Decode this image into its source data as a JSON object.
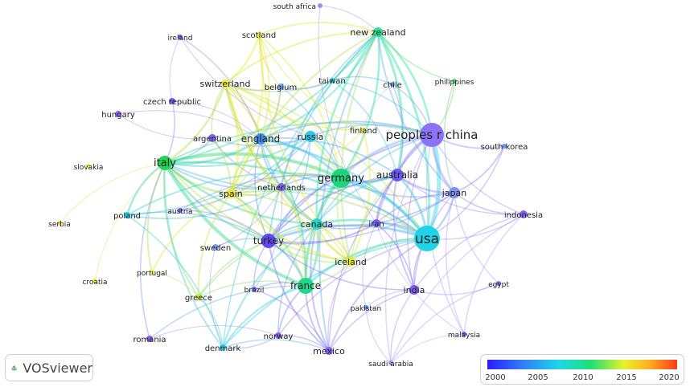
{
  "nodes": [
    {
      "label": "south africa",
      "color": "#9b8ff2"
    },
    {
      "label": "new zealand",
      "color": "#25e59a"
    },
    {
      "label": "ireland",
      "color": "#7b57f0"
    },
    {
      "label": "scotland",
      "color": "#e4ec3a"
    },
    {
      "label": "switzerland",
      "color": "#f0ec3a"
    },
    {
      "label": "belgium",
      "color": "#6fa9f0"
    },
    {
      "label": "taiwan",
      "color": "#26c7e6"
    },
    {
      "label": "chile",
      "color": "#6f8ff0"
    },
    {
      "label": "philippines",
      "color": "#42e06a"
    },
    {
      "label": "czech republic",
      "color": "#7a5df0"
    },
    {
      "label": "hungary",
      "color": "#8a62ef"
    },
    {
      "label": "finland",
      "color": "#e6e43e"
    },
    {
      "label": "peoples r china",
      "color": "#8a73f4"
    },
    {
      "label": "russia",
      "color": "#2ec6e5"
    },
    {
      "label": "england",
      "color": "#3f8ff0"
    },
    {
      "label": "argentina",
      "color": "#7d61ef"
    },
    {
      "label": "south korea",
      "color": "#6f8ff0"
    },
    {
      "label": "italy",
      "color": "#1ed654"
    },
    {
      "label": "slovakia",
      "color": "#e8e64a"
    },
    {
      "label": "germany",
      "color": "#1ed67a"
    },
    {
      "label": "australia",
      "color": "#6a5af0"
    },
    {
      "label": "netherlands",
      "color": "#7d60ef"
    },
    {
      "label": "spain",
      "color": "#efe53a"
    },
    {
      "label": "japan",
      "color": "#7d8ff2"
    },
    {
      "label": "poland",
      "color": "#1fd0e4"
    },
    {
      "label": "austria",
      "color": "#8a5ef0"
    },
    {
      "label": "indonesia",
      "color": "#8a62ef"
    },
    {
      "label": "serbia",
      "color": "#eadf3a"
    },
    {
      "label": "canada",
      "color": "#2bd3c6"
    },
    {
      "label": "iran",
      "color": "#7d5ef0"
    },
    {
      "label": "usa",
      "color": "#1fd4e8"
    },
    {
      "label": "turkey",
      "color": "#6246ee"
    },
    {
      "label": "sweden",
      "color": "#7aa0f0"
    },
    {
      "label": "iceland",
      "color": "#e6e83c"
    },
    {
      "label": "portugal",
      "color": "#e8e64a"
    },
    {
      "label": "france",
      "color": "#1fd88a"
    },
    {
      "label": "india",
      "color": "#7d5ef0"
    },
    {
      "label": "croatia",
      "color": "#e6e43e"
    },
    {
      "label": "egypt",
      "color": "#8a62ef"
    },
    {
      "label": "brazil",
      "color": "#7a5df0"
    },
    {
      "label": "greece",
      "color": "#c7e63e"
    },
    {
      "label": "pakistan",
      "color": "#5a8ff0"
    },
    {
      "label": "malaysia",
      "color": "#7d60ef"
    },
    {
      "label": "norway",
      "color": "#8a62ef"
    },
    {
      "label": "romania",
      "color": "#8a62ef"
    },
    {
      "label": "denmark",
      "color": "#2ac6e2"
    },
    {
      "label": "mexico",
      "color": "#8a62ef"
    },
    {
      "label": "saudi arabia",
      "color": "#9b8ff2"
    }
  ],
  "logo": {
    "text": "VOSviewer"
  },
  "legend": {
    "ticks": [
      "2000",
      "2005",
      "2010",
      "2015",
      "2020"
    ]
  }
}
